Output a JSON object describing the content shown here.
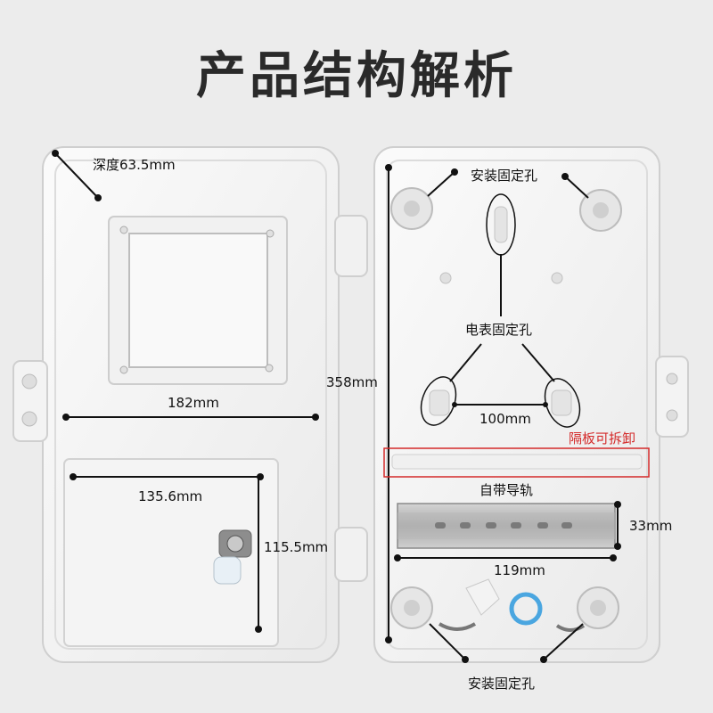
{
  "title": "产品结构解析",
  "labels": {
    "depth": "深度63.5mm",
    "width_182": "182mm",
    "width_135": "135.6mm",
    "height_115": "115.5mm",
    "height_358": "358mm",
    "mount_hole_top": "安装固定孔",
    "meter_hole": "电表固定孔",
    "spacing_100": "100mm",
    "partition": "隔板可拆卸",
    "rail": "自带导轨",
    "rail_height": "33mm",
    "rail_width": "119mm",
    "mount_hole_bottom": "安装固定孔"
  },
  "colors": {
    "background": "#ececec",
    "box_body": "#f7f7f7",
    "annotation_red": "#d42a2a",
    "seal_ring": "#4aa6e0"
  }
}
